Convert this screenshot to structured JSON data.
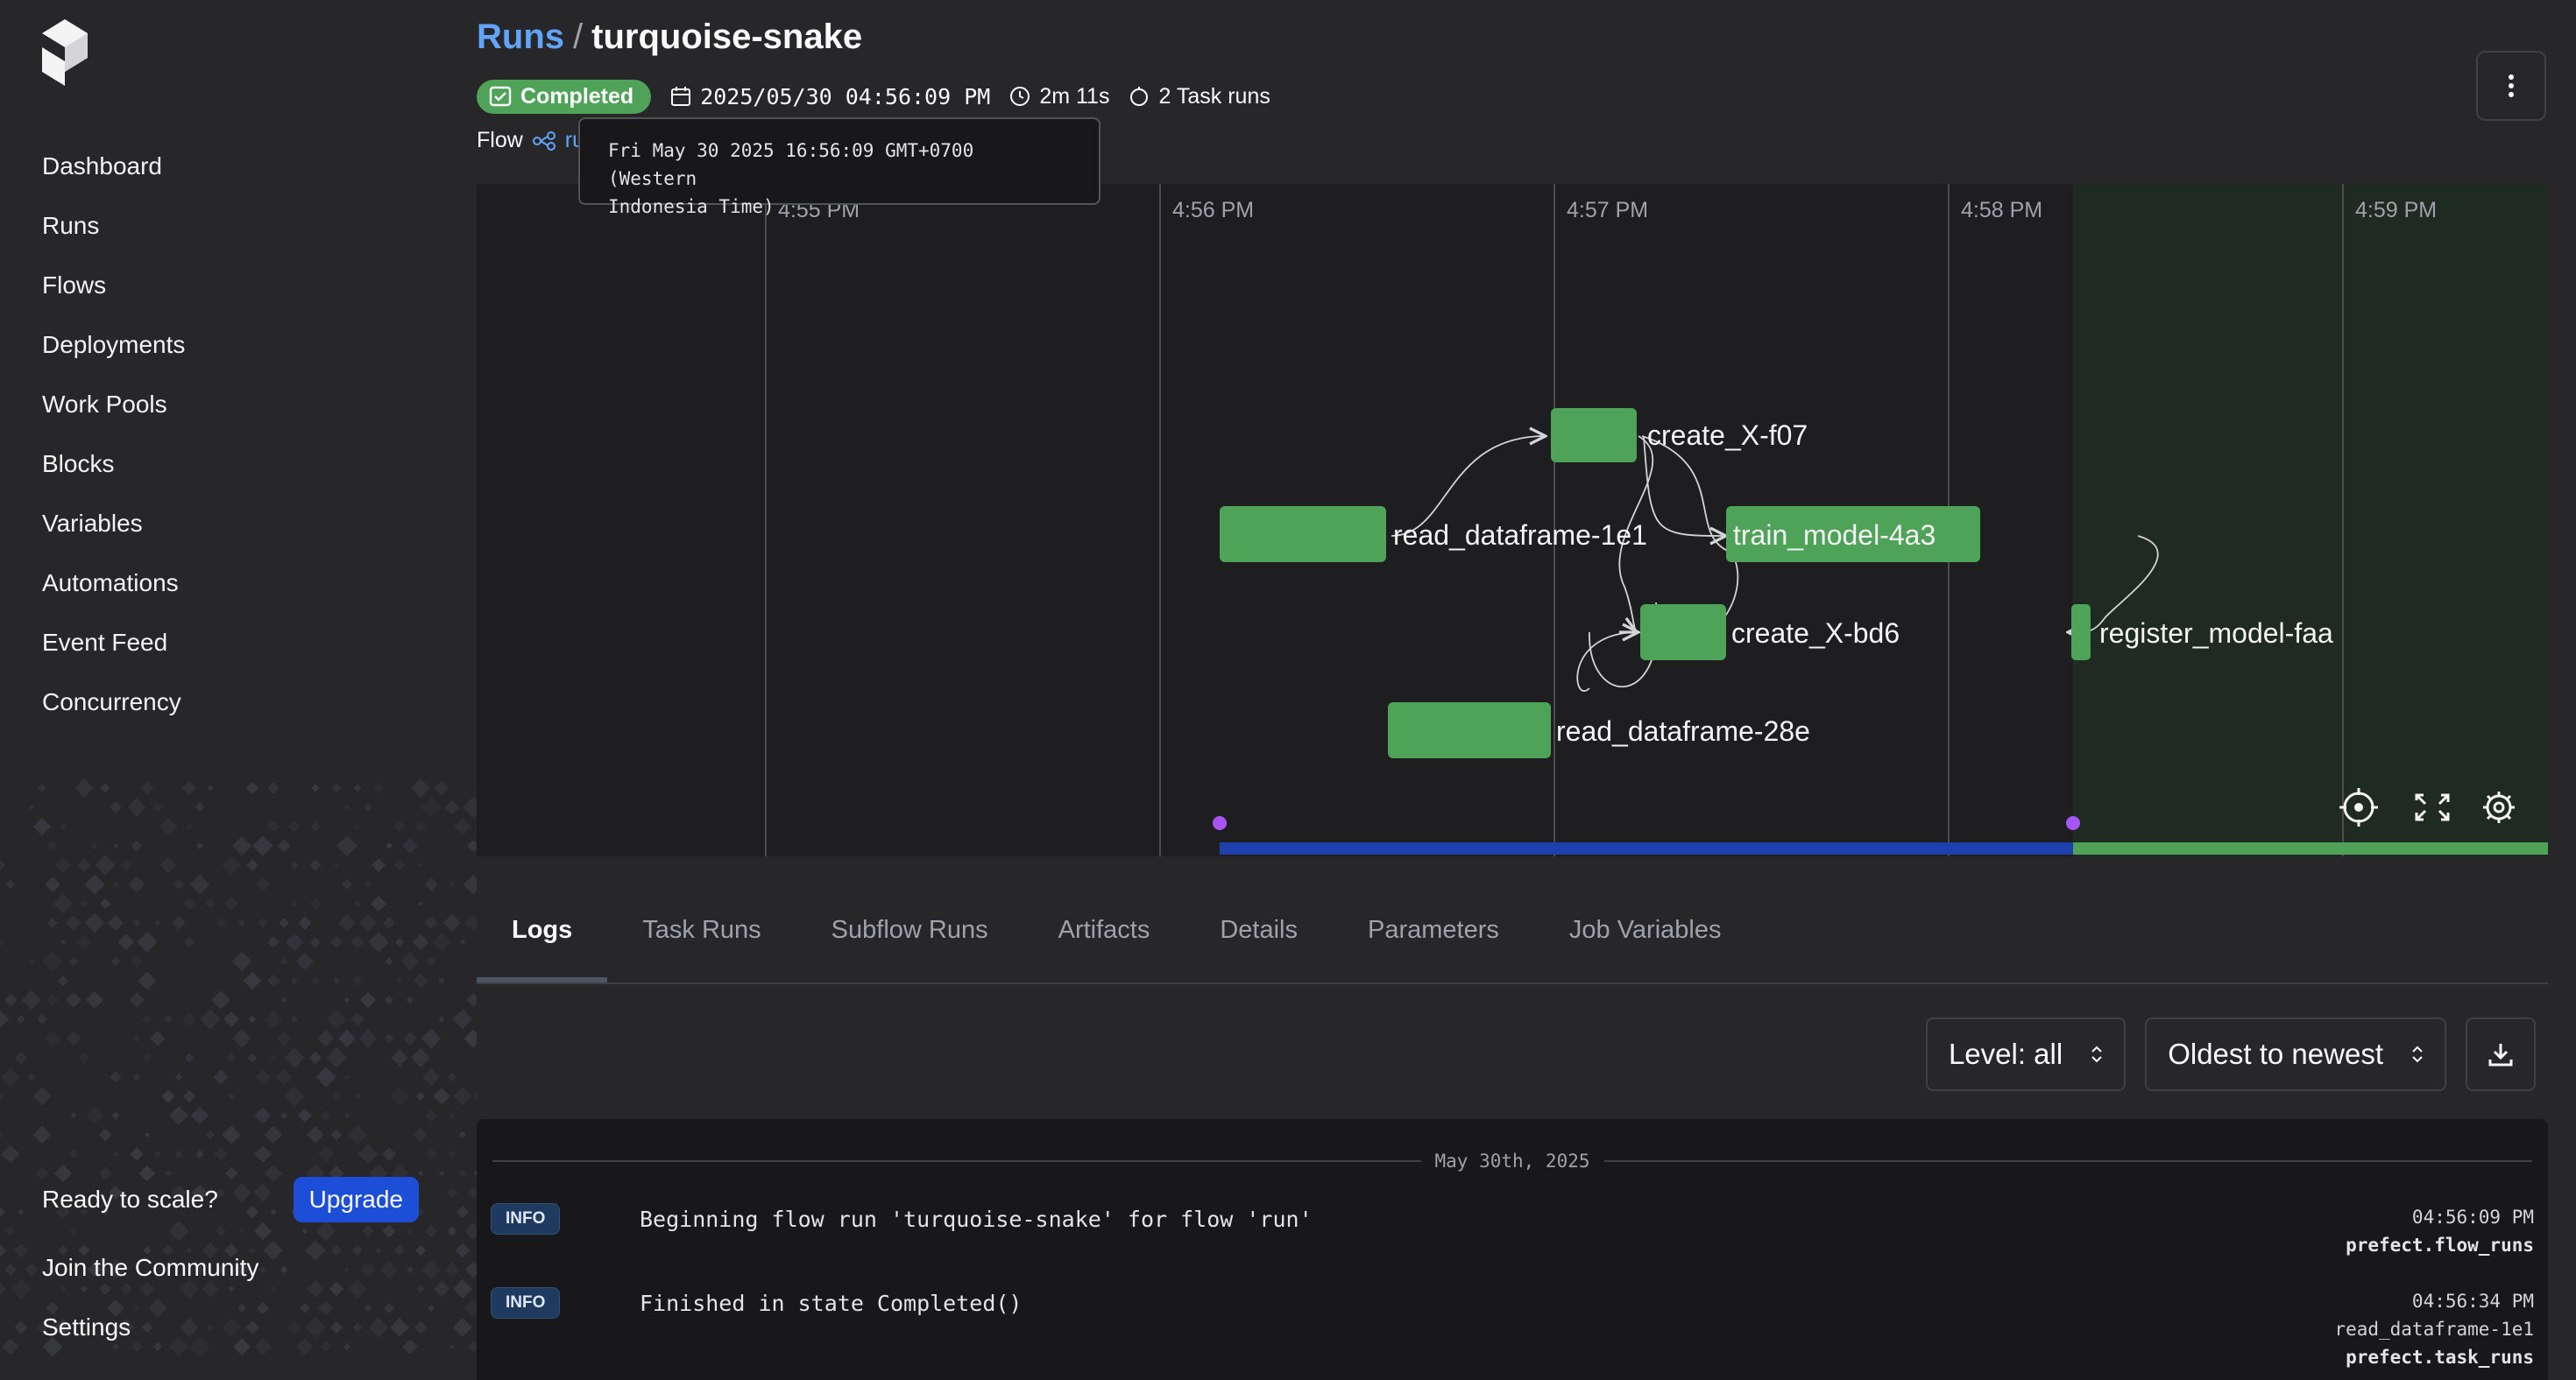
{
  "sidebar": {
    "items": [
      {
        "label": "Dashboard"
      },
      {
        "label": "Runs"
      },
      {
        "label": "Flows"
      },
      {
        "label": "Deployments"
      },
      {
        "label": "Work Pools"
      },
      {
        "label": "Blocks"
      },
      {
        "label": "Variables"
      },
      {
        "label": "Automations"
      },
      {
        "label": "Event Feed"
      },
      {
        "label": "Concurrency"
      }
    ],
    "ready_label": "Ready to scale?",
    "upgrade_label": "Upgrade",
    "community_label": "Join the Community",
    "settings_label": "Settings"
  },
  "header": {
    "breadcrumb": "Runs",
    "separator": "/",
    "run_name": "turquoise-snake",
    "state_badge": "Completed",
    "start_time": "2025/05/30 04:56:09 PM",
    "duration": "2m 11s",
    "task_runs": "2 Task runs",
    "flow_label": "Flow",
    "flow_value": "ru",
    "tooltip_line1": "Fri May 30 2025 16:56:09 GMT+0700 (Western",
    "tooltip_line2": "Indonesia Time)"
  },
  "timeline": {
    "time_labels": [
      "4:55 PM",
      "4:56 PM",
      "4:57 PM",
      "4:58 PM",
      "4:59 PM"
    ],
    "nodes": [
      {
        "name": "create_X-f07"
      },
      {
        "name": "read_dataframe-1e1"
      },
      {
        "name": "train_model-4a3"
      },
      {
        "name": "create_X-bd6"
      },
      {
        "name": "register_model-faa"
      },
      {
        "name": "read_dataframe-28e"
      }
    ],
    "colors": {
      "task_completed": "#4ea359",
      "progress_running": "#1e40af",
      "progress_completed": "#4ea359",
      "marker": "#a855f7"
    }
  },
  "tabs": [
    {
      "label": "Logs"
    },
    {
      "label": "Task Runs"
    },
    {
      "label": "Subflow Runs"
    },
    {
      "label": "Artifacts"
    },
    {
      "label": "Details"
    },
    {
      "label": "Parameters"
    },
    {
      "label": "Job Variables"
    }
  ],
  "log_controls": {
    "level": "Level: all",
    "order": "Oldest to newest"
  },
  "logs": {
    "date": "May 30th, 2025",
    "entries": [
      {
        "level": "INFO",
        "message": "Beginning flow run 'turquoise-snake' for flow 'run'",
        "time": "04:56:09 PM",
        "source": "",
        "logger": "prefect.flow_runs"
      },
      {
        "level": "INFO",
        "message": "Finished in state Completed()",
        "time": "04:56:34 PM",
        "source": "read_dataframe-1e1",
        "logger": "prefect.task_runs"
      }
    ]
  }
}
